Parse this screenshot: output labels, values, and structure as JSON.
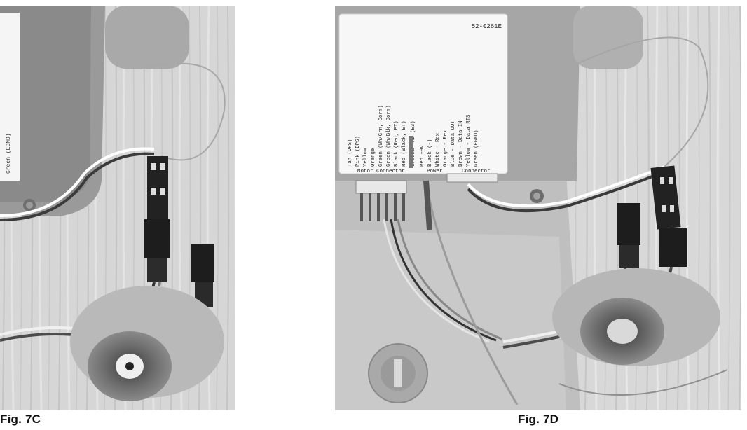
{
  "captions": {
    "left": "Fig. 7C",
    "right": "Fig. 7D"
  },
  "left_label": {
    "partial_wire_text": "Green (EGND)"
  },
  "right_label": {
    "part_number": "52-0261E",
    "wires": [
      "Tan (DPS)",
      "Pink (DPS)",
      "Yellow",
      "Orange",
      "Green (Wh/Grn, Dorm)",
      "Green (Wh/Blk, Dorm)",
      "Black (Red, ET)",
      "Red (Black, ET)",
      "Ground TAB (E3)",
      "Red +9V",
      "Black (-)",
      "White - Rex",
      "Orange - Rex",
      "Blue - Data OUT",
      "Brown - Data IN",
      "Yellow - Data RTS",
      "Green (EGND)"
    ],
    "groups": {
      "motor": "Motor Connector",
      "power": "Power",
      "connector": "Connector"
    }
  },
  "colors": {
    "wood": "#d9d9d9",
    "housing": "#b3b3b3",
    "label": "#f7f7f7",
    "connector": "#2b2b2b"
  }
}
